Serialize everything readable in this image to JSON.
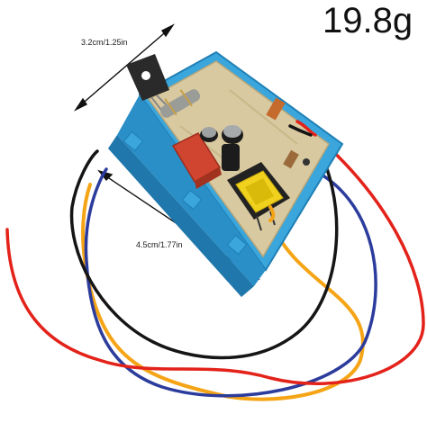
{
  "product": {
    "weight_label": "19.8g",
    "width_label": "3.2cm/1.25in",
    "length_label": "4.5cm/1.77in"
  },
  "board": {
    "colors": {
      "frame": "#3aa6dc",
      "pcb": "#d9c9a0",
      "capacitor": "#d0452f",
      "transformer_core": "#f0d21e",
      "wire_red": "#e3221a",
      "wire_black": "#151515",
      "wire_blue": "#2c3c9c",
      "wire_yellow": "#f5a416"
    }
  }
}
